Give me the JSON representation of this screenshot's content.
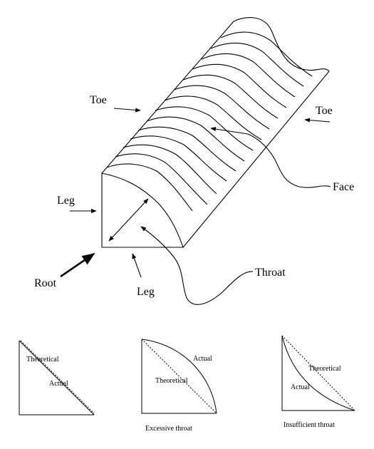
{
  "weld_labels": {
    "toe_left": "Toe",
    "toe_right": "Toe",
    "face": "Face",
    "leg_left": "Leg",
    "leg_bottom": "Leg",
    "root": "Root",
    "throat": "Throat"
  },
  "profiles": [
    {
      "theoretical_label": "Theoretical",
      "actual_label": "Actual",
      "caption": ""
    },
    {
      "theoretical_label": "Theoretical",
      "actual_label": "Actual",
      "caption": "Excessive throat"
    },
    {
      "theoretical_label": "Theoretical",
      "actual_label": "Actual",
      "caption": "Insufficient throat"
    }
  ]
}
